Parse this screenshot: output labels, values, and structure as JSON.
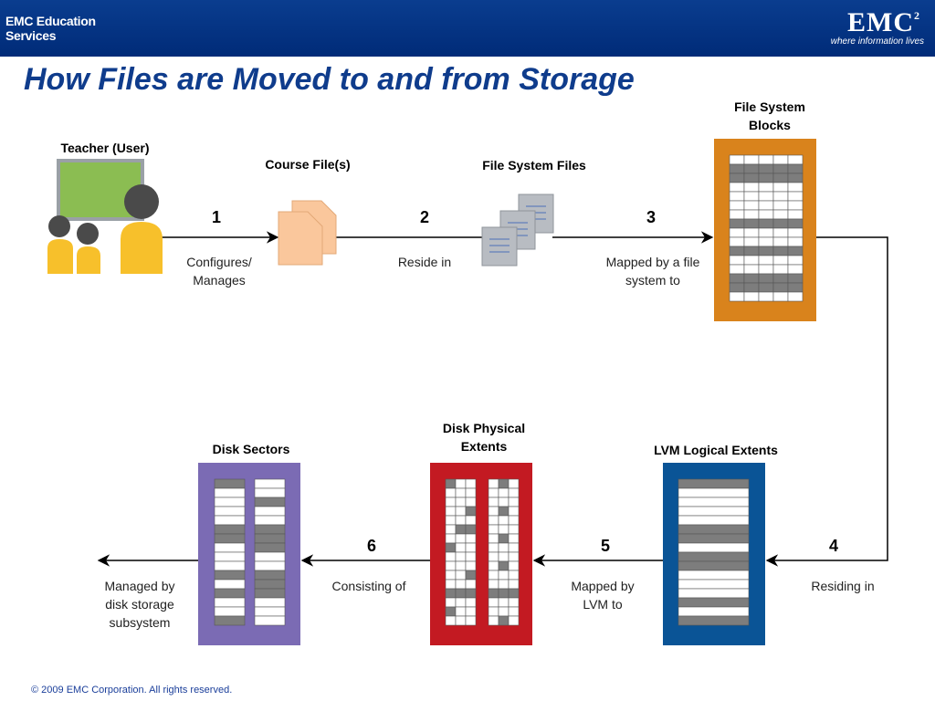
{
  "header": {
    "left_brand": "EMC Education Services",
    "logo": "EMC",
    "logo_sup": "2",
    "tagline": "where information lives"
  },
  "title": "How Files are Moved to and from Storage",
  "labels": {
    "teacher": "Teacher (User)",
    "course_files": "Course File(s)",
    "fs_files": "File System Files",
    "fs_blocks_1": "File System",
    "fs_blocks_2": "Blocks",
    "disk_sectors": "Disk Sectors",
    "disk_extents_1": "Disk Physical",
    "disk_extents_2": "Extents",
    "lvm_extents": "LVM Logical Extents"
  },
  "steps": [
    {
      "num": "1",
      "line1": "Configures/",
      "line2": "Manages"
    },
    {
      "num": "2",
      "line1": "Reside in",
      "line2": ""
    },
    {
      "num": "3",
      "line1": "Mapped by a file",
      "line2": "system to"
    },
    {
      "num": "4",
      "line1": "Residing in",
      "line2": ""
    },
    {
      "num": "5",
      "line1": "Mapped by",
      "line2": "LVM to"
    },
    {
      "num": "6",
      "line1": "Consisting of",
      "line2": ""
    }
  ],
  "final_caption": {
    "line1": "Managed by",
    "line2": "disk storage",
    "line3": "subsystem"
  },
  "footer": "© 2009 EMC Corporation. All rights reserved.",
  "colors": {
    "fs_blocks": "#d9831c",
    "disk_sectors": "#7b6bb4",
    "disk_extents": "#c31a22",
    "lvm_extents": "#0a5496",
    "teacher_board": "#8bbd52",
    "people": "#f7c02b"
  }
}
